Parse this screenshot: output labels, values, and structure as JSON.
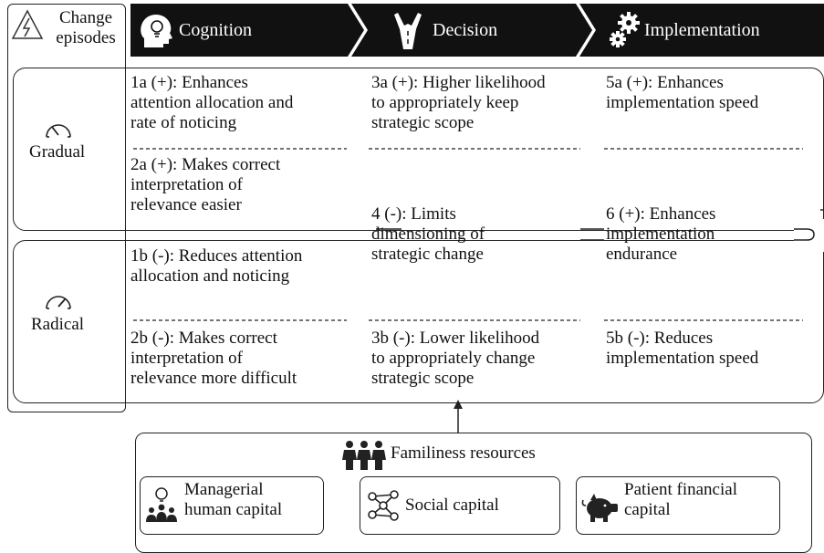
{
  "legend": {
    "line1": "Change",
    "line2": "episodes"
  },
  "phases": [
    {
      "label": "Cognition",
      "icon": "head-bulb-icon"
    },
    {
      "label": "Decision",
      "icon": "road-fork-icon"
    },
    {
      "label": "Implementation",
      "icon": "gears-icon"
    }
  ],
  "episodes": {
    "gradual": {
      "label": "Gradual",
      "icon": "gauge-low-icon"
    },
    "radical": {
      "label": "Radical",
      "icon": "gauge-high-icon"
    }
  },
  "cells": {
    "c1a": [
      "1a (+): Enhances",
      "attention allocation and",
      "rate of noticing"
    ],
    "c2a": [
      "2a (+): Makes correct",
      "interpretation of",
      "relevance easier"
    ],
    "c1b": [
      "1b (-): Reduces attention",
      "allocation and noticing"
    ],
    "c2b": [
      "2b (-): Makes correct",
      "interpretation of",
      "relevance more difficult"
    ],
    "c3a": [
      "3a (+): Higher likelihood",
      "to appropriately keep",
      "strategic scope"
    ],
    "c4": [
      "4 (-): Limits",
      "dimensioning of",
      "strategic change"
    ],
    "c3b": [
      "3b (-): Lower likelihood",
      "to appropriately change",
      "strategic scope"
    ],
    "c5a": [
      "5a (+): Enhances",
      "implementation speed"
    ],
    "c6": [
      "6 (+): Enhances",
      "implementation",
      "endurance"
    ],
    "c5b": [
      "5b (-): Reduces",
      "implementation speed"
    ]
  },
  "resources": {
    "title": "Familiness resources",
    "title_icon": "people-group-icon",
    "items": [
      {
        "line1": "Managerial",
        "line2": "human capital",
        "icon": "manager-team-icon"
      },
      {
        "line1": "Social capital",
        "line2": "",
        "icon": "network-icon"
      },
      {
        "line1": "Patient financial",
        "line2": "capital",
        "icon": "piggy-bank-icon"
      }
    ]
  }
}
